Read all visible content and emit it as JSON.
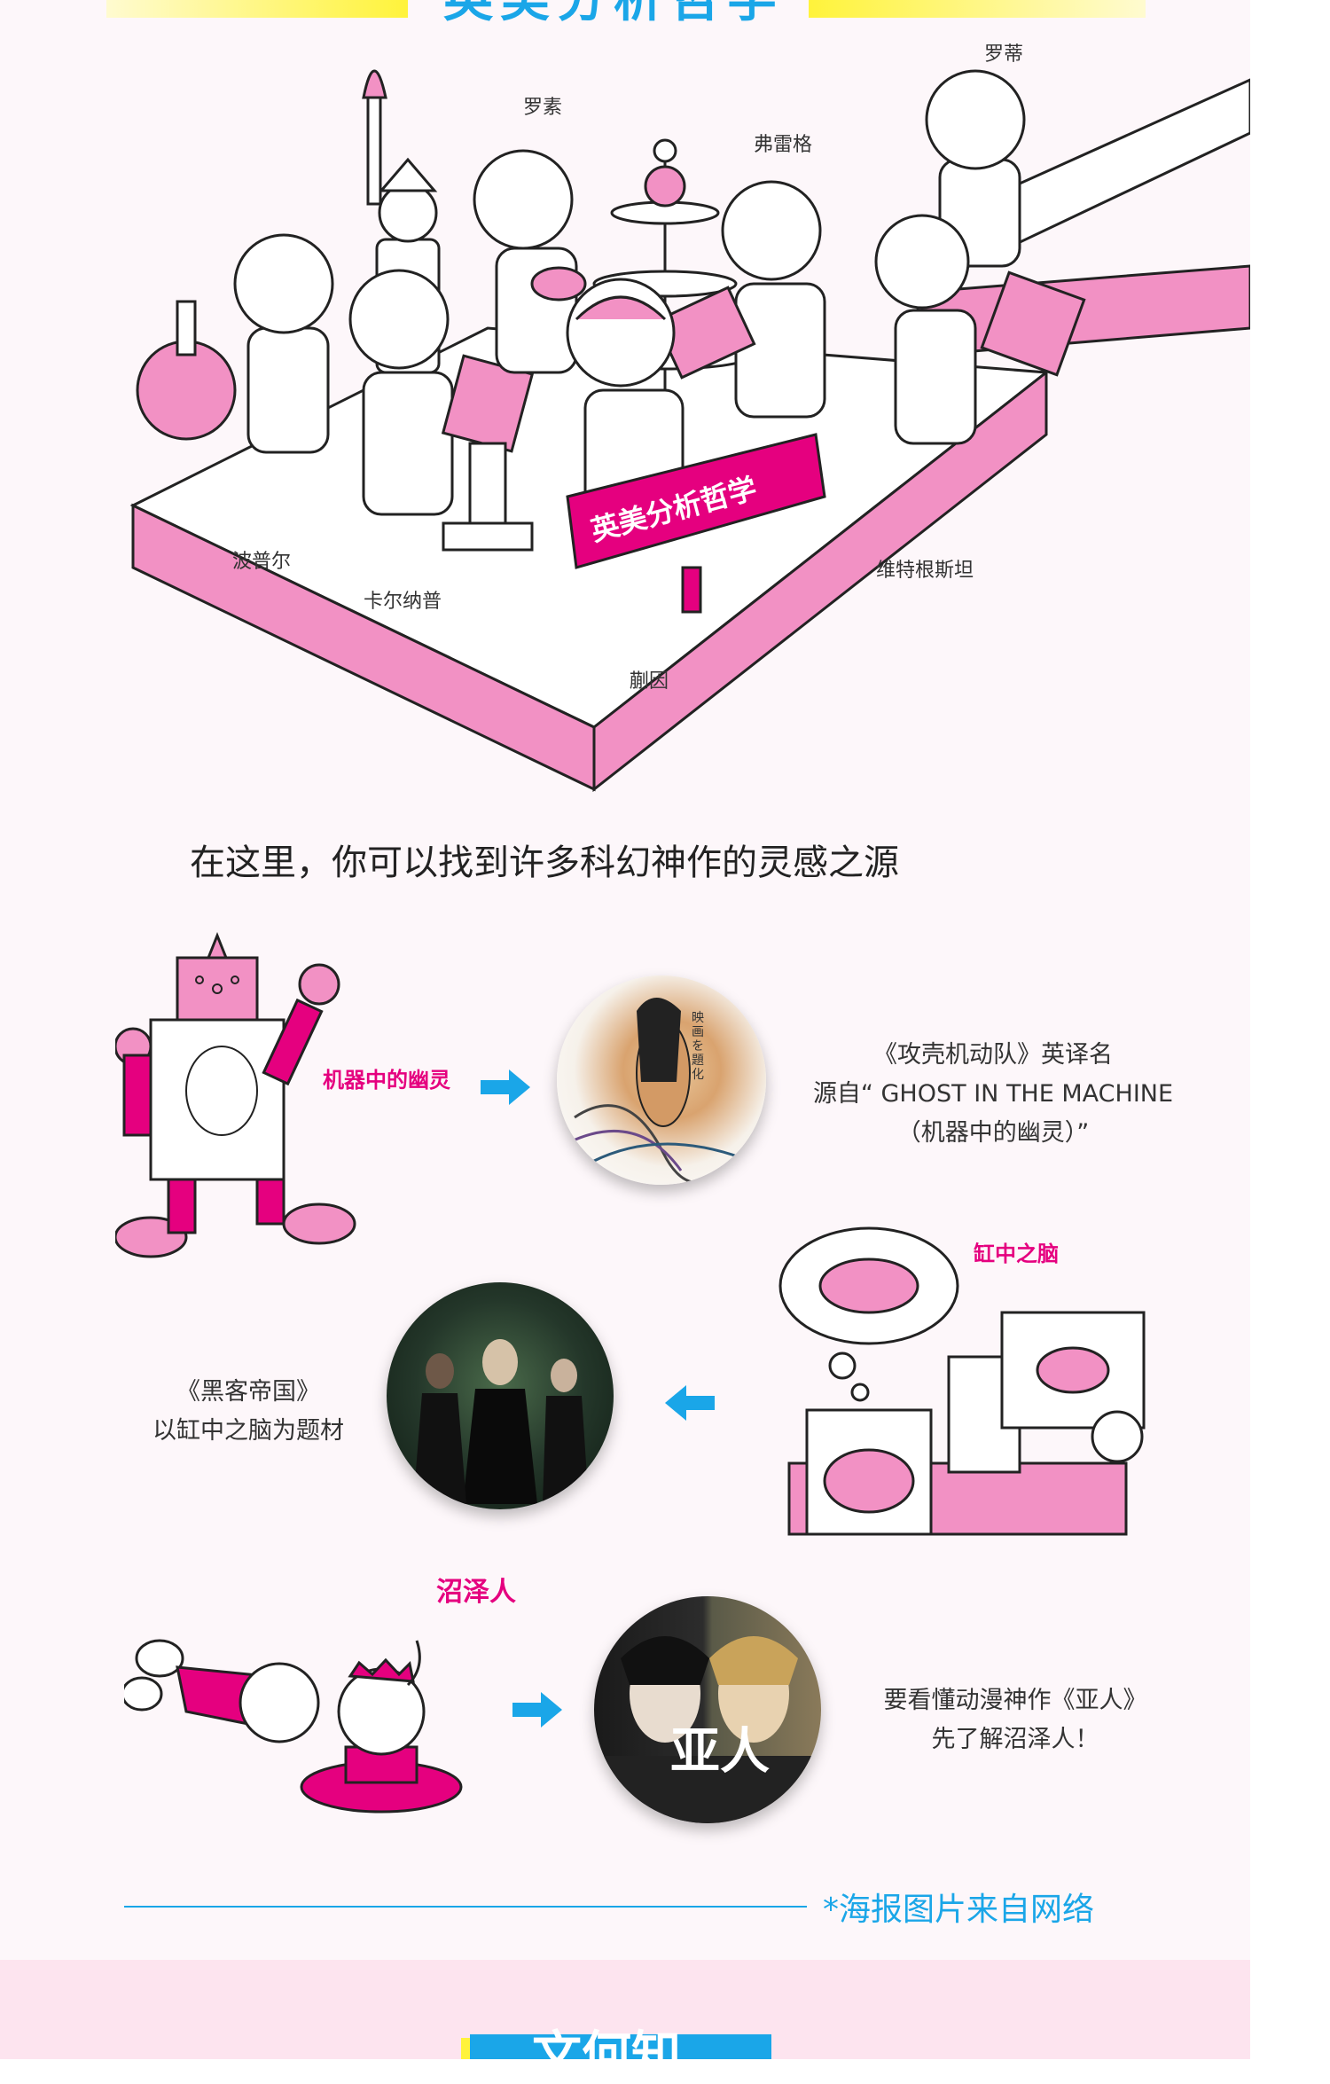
{
  "section_title": "英美分析哲学",
  "figures": {
    "rorty": "罗蒂",
    "russell": "罗素",
    "frege": "弗雷格",
    "popper": "波普尔",
    "carnap": "卡尔纳普",
    "quine": "蒯因",
    "wittgenstein": "维特根斯坦",
    "sign": "英美分析哲学"
  },
  "intro_text": "在这里，你可以找到许多科幻神作的灵感之源",
  "items": [
    {
      "concept": "机器中的幽灵",
      "caption_lines": [
        "《攻壳机动队》英译名",
        "源自“ GHOST IN THE MACHINE",
        "（机器中的幽灵）”"
      ],
      "poster_text": "映画を題化"
    },
    {
      "concept": "缸中之脑",
      "caption_lines": [
        "《黑客帝国》",
        "以缸中之脑为题材"
      ]
    },
    {
      "concept": "沼泽人",
      "caption_lines": [
        "要看懂动漫神作《亚人》",
        "先了解沼泽人！"
      ],
      "poster_text": "亚人"
    }
  ],
  "footnote": "*海报图片来自网络",
  "next_section_title": "文何知",
  "colors": {
    "pink": "#e5007f",
    "light_pink": "#f291c4",
    "blue": "#1aa6e8",
    "yellow": "#fff33b"
  }
}
